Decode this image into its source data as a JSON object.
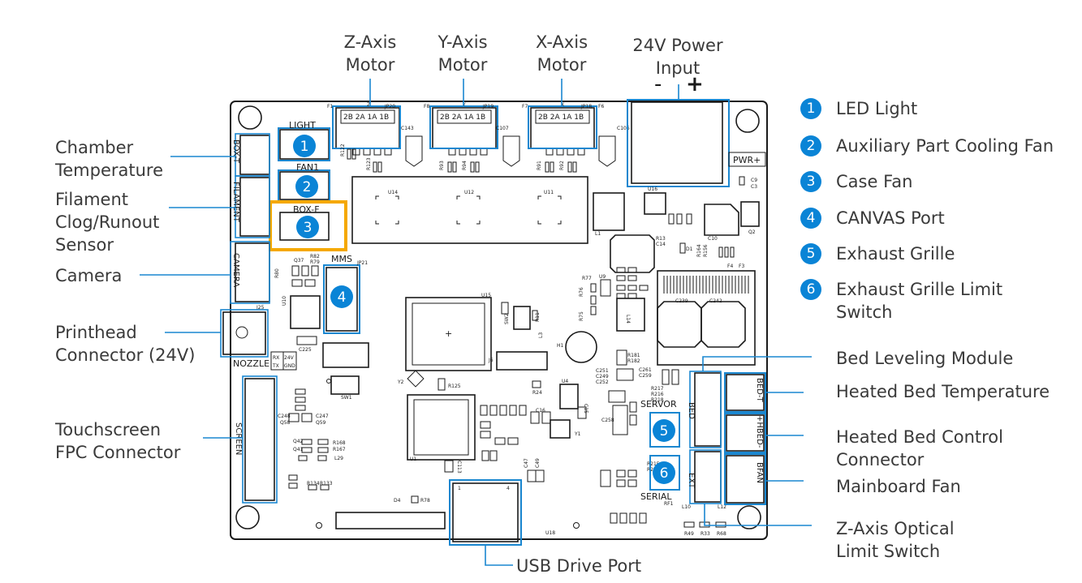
{
  "diagram": {
    "top_labels": [
      {
        "id": "z-axis-motor",
        "text": "Z-Axis\nMotor"
      },
      {
        "id": "y-axis-motor",
        "text": "Y-Axis\nMotor"
      },
      {
        "id": "x-axis-motor",
        "text": "X-Axis\nMotor"
      },
      {
        "id": "power-input",
        "text": "24V Power\nInput"
      }
    ],
    "polarity": {
      "minus": "-",
      "plus": "+"
    },
    "left_labels": [
      {
        "id": "chamber-temperature",
        "text": "Chamber\nTemperature"
      },
      {
        "id": "filament-sensor",
        "text": "Filament\nClog/Runout\nSensor"
      },
      {
        "id": "camera",
        "text": "Camera"
      },
      {
        "id": "printhead-connector",
        "text": "Printhead\nConnector (24V)"
      },
      {
        "id": "touchscreen-fpc",
        "text": "Touchscreen\nFPC Connector"
      }
    ],
    "legend": [
      {
        "num": "1",
        "text": "LED Light"
      },
      {
        "num": "2",
        "text": "Auxiliary Part Cooling Fan"
      },
      {
        "num": "3",
        "text": "Case Fan"
      },
      {
        "num": "4",
        "text": "CANVAS Port"
      },
      {
        "num": "5",
        "text": "Exhaust Grille"
      },
      {
        "num": "6",
        "text": "Exhaust Grille Limit\nSwitch"
      }
    ],
    "right_labels": [
      {
        "id": "bed-leveling",
        "text": "Bed Leveling Module"
      },
      {
        "id": "heated-bed-temperature",
        "text": "Heated Bed Temperature"
      },
      {
        "id": "heated-bed-control",
        "text": "Heated Bed Control\nConnector"
      },
      {
        "id": "mainboard-fan",
        "text": "Mainboard Fan"
      },
      {
        "id": "z-optical-limit",
        "text": "Z-Axis Optical\nLimit Switch"
      }
    ],
    "bottom_labels": [
      {
        "id": "usb-drive-port",
        "text": "USB Drive Port"
      }
    ],
    "board": {
      "connectors": {
        "light": "LIGHT",
        "fan1": "FAN1",
        "box_f": "BOX-F",
        "box_t": "BOX-T",
        "filament": "FILAMENT",
        "camera": "CAMERA",
        "mms": "MMS",
        "nozzle": "NOZZLE",
        "screen": "SCREEN",
        "servor": "SERVOR",
        "serial": "SERIAL",
        "bed": "BED",
        "ext": "EXT",
        "bed_t": "BED-T",
        "hbed": "+HBED-",
        "bfan": "BFAN",
        "pwr": "PWR+",
        "motor_pins": "2B  2A  1A  1B",
        "rx": "RX",
        "tx": "TX",
        "v24": "24V",
        "gnd": "GND"
      },
      "refs": {
        "f1": "F1",
        "z": "Z",
        "jp20": "JP20",
        "f8": "F8",
        "y": "Y",
        "jp19": "JP19",
        "f7": "F7",
        "x": "X",
        "jp18": "JP18",
        "f6": "F6",
        "c143": "C143",
        "c107": "C107",
        "c106": "C106",
        "r122": "R122",
        "r123": "R123",
        "r93": "R93",
        "r94": "R94",
        "r91": "R91",
        "r92": "R92",
        "u14": "U14",
        "u12": "U12",
        "u11": "U11",
        "u16": "U16",
        "l1": "L1",
        "u15": "U15",
        "u10": "U10",
        "u1": "U1",
        "u4": "U4",
        "u18": "U18",
        "y1": "Y1",
        "y2": "Y2",
        "h1": "H1",
        "j6": "J6",
        "j25": "J25",
        "jp21": "JP21",
        "sw1": "SW1",
        "c225": "C225",
        "c239": "C239",
        "c242": "C242",
        "l14": "L14",
        "l3": "L3",
        "r78": "R78",
        "d4": "D4",
        "r134": "R134",
        "r133": "R133",
        "rf1": "RF1",
        "r49": "R49",
        "r33": "R33",
        "r68": "R68",
        "l10": "L10",
        "l12": "L12",
        "l29": "L29",
        "c10": "C10",
        "q2": "Q2",
        "c9": "C9",
        "c3": "C3",
        "r181": "R181",
        "r182": "R182",
        "c251": "C251",
        "c249": "C249",
        "c252": "C252",
        "c261": "C261",
        "c259": "C259",
        "r217": "R217",
        "r216": "R216",
        "r218": "R218",
        "r215": "R215",
        "r219": "R219",
        "c258": "C258",
        "q42": "Q42",
        "q41": "Q41",
        "r168": "R168",
        "r167": "R167",
        "c248": "C248",
        "c247": "C247",
        "q58": "Q58",
        "q59": "Q59",
        "r125": "R125",
        "r24": "R24",
        "c16": "C16",
        "c15": "C15",
        "c113": "C113",
        "c47": "C47",
        "c49": "C49",
        "r82": "R82",
        "r79": "R79",
        "q37": "Q37",
        "r80": "R80",
        "f4": "F4",
        "f3": "F3",
        "r164": "R164",
        "r156": "R156",
        "c14": "C14",
        "r13": "R13",
        "d1": "D1",
        "r76": "R76",
        "r75": "R75",
        "u9": "U9",
        "r77": "R77",
        "r11": "R11",
        "sw2": "SW2"
      }
    }
  }
}
